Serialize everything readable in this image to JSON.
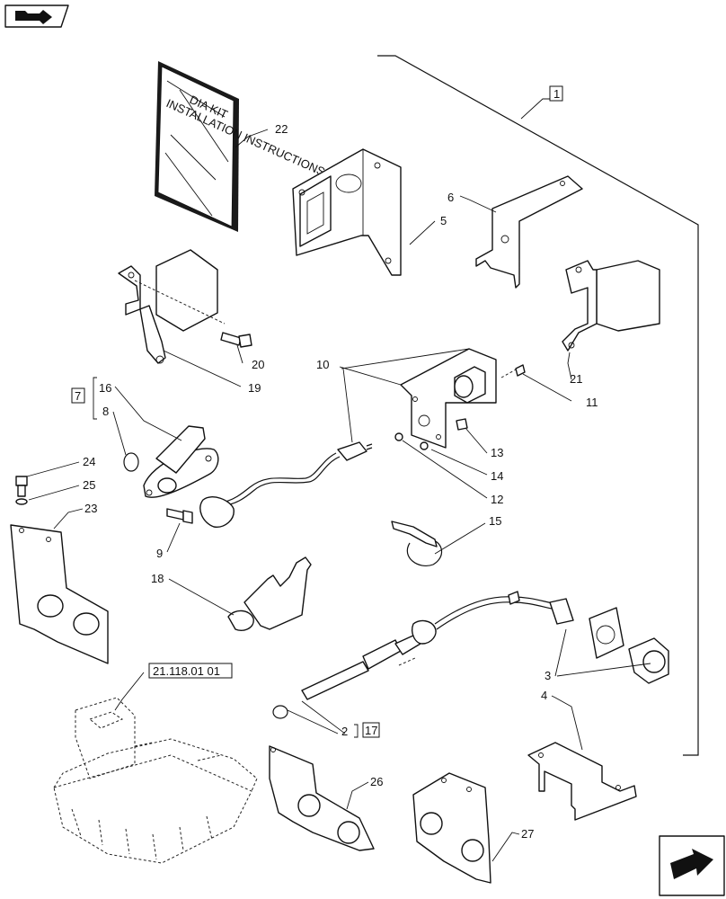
{
  "labels": {
    "p1": "1",
    "p2": "2",
    "p3": "3",
    "p4": "4",
    "p5": "5",
    "p6": "6",
    "p7": "7",
    "p8": "8",
    "p9": "9",
    "p10": "10",
    "p11": "11",
    "p12": "12",
    "p13": "13",
    "p14": "14",
    "p15": "15",
    "p16": "16",
    "p17": "17",
    "p18": "18",
    "p19": "19",
    "p20": "20",
    "p21": "21",
    "p22": "22",
    "p23": "23",
    "p24": "24",
    "p25": "25",
    "p26": "26",
    "p27": "27",
    "ref": "21.118.01 01"
  },
  "booklet": {
    "line1": "DIA KIT",
    "line2": "INSTALLATION INSTRUCTIONS"
  },
  "nav": {
    "top_icon": "folder-tree-icon",
    "bottom_icon": "next-page-arrow-icon"
  }
}
